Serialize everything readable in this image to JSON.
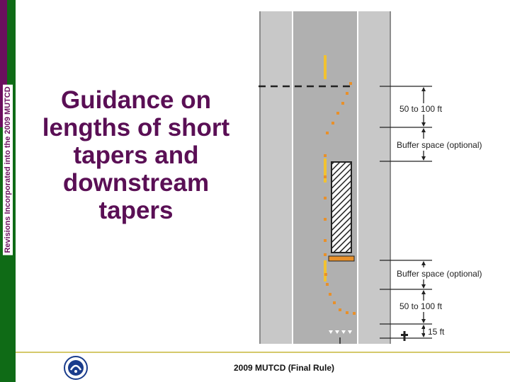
{
  "sidebar": {
    "caption": "Revisions Incorporated into the 2009 MUTCD",
    "color_green": "#0f6b16",
    "color_purple": "#6b0f5e"
  },
  "title": "Guidance on\nlengths of short\ntapers and\ndownstream\ntapers",
  "diagram": {
    "labels": {
      "top_taper": "50 to 100 ft",
      "buffer_top": "Buffer space (optional)",
      "buffer_bottom": "Buffer space (optional)",
      "downstream_taper": "50 to 100 ft",
      "end": "15 ft"
    },
    "colors": {
      "road": "#c8c8c8",
      "work_lane": "#b0b0b0",
      "yellow_line": "#f2c230",
      "channelizer": "#e8902a"
    }
  },
  "footer": {
    "text": "2009 MUTCD (Final Rule)"
  }
}
